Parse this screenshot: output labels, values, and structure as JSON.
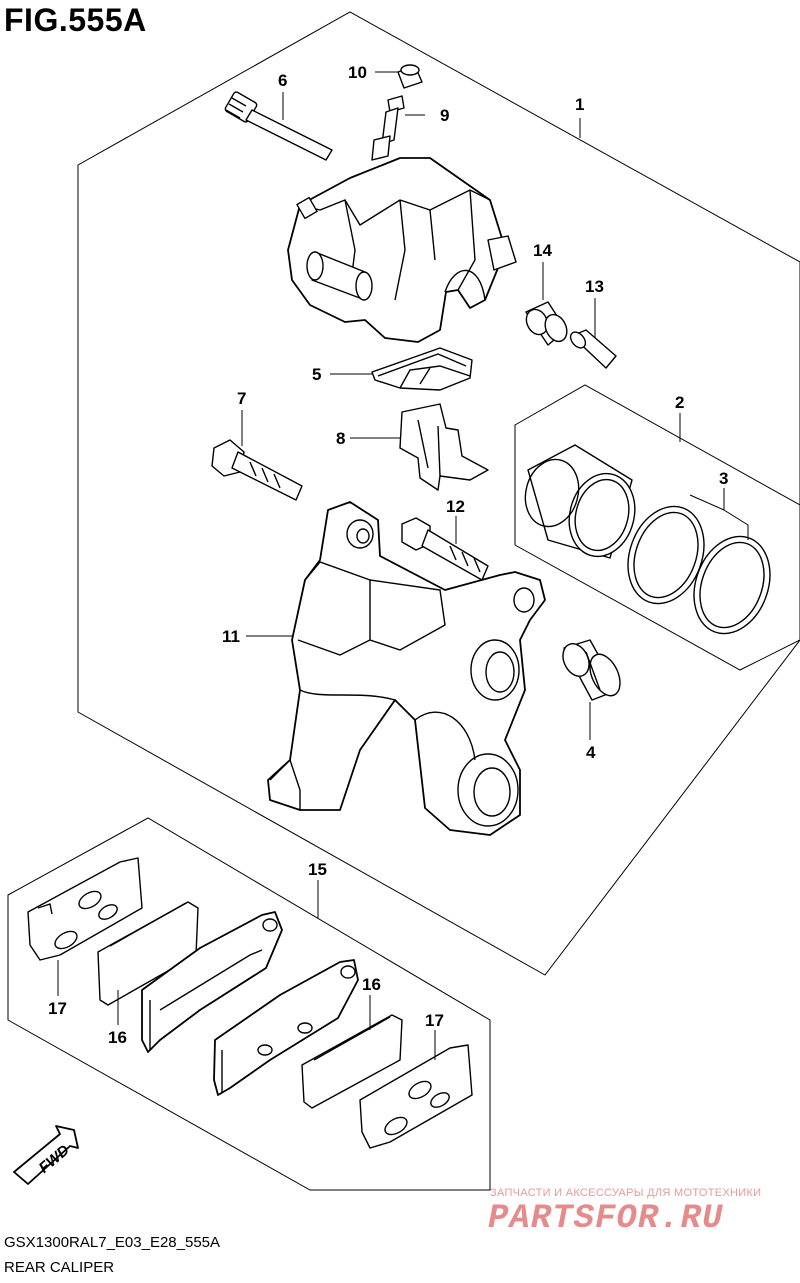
{
  "figure_title": "FIG.555A",
  "model_code": "GSX1300RAL7_E03_E28_555A",
  "caption": "REAR CALIPER",
  "fwd_label": "FWD",
  "watermark": {
    "line1": "ЗАПЧАСТИ И АКСЕССУАРЫ ДЛЯ МОТОТЕХНИКИ",
    "line2": "PARTSFOR.RU"
  },
  "callouts": {
    "c1": "1",
    "c2": "2",
    "c3": "3",
    "c4": "4",
    "c5": "5",
    "c6": "6",
    "c7": "7",
    "c8": "8",
    "c9": "9",
    "c10": "10",
    "c11": "11",
    "c12": "12",
    "c13": "13",
    "c14": "14",
    "c15": "15",
    "c16a": "16",
    "c16b": "16",
    "c17a": "17",
    "c17b": "17"
  }
}
